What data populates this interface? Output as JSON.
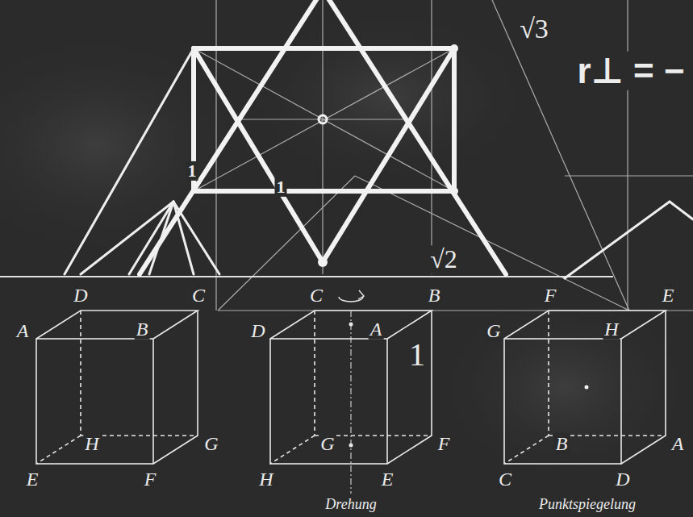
{
  "diagram": {
    "labels": [
      "√3",
      "r⊥ = −",
      "1",
      "1",
      "√2",
      "D",
      "C",
      "A",
      "B",
      "H",
      "G",
      "E",
      "F",
      "C",
      "B",
      "D",
      "A",
      "1",
      "G",
      "F",
      "H",
      "E",
      "Drehung",
      "F",
      "E",
      "G",
      "H",
      "B",
      "A",
      "C",
      "D",
      "Punktspiegelung"
    ]
  }
}
